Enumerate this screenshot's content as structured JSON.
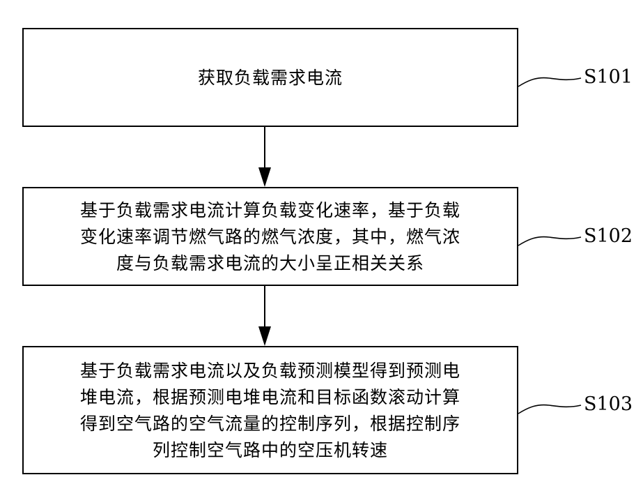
{
  "steps": [
    {
      "id": "S101",
      "lines": [
        "获取负载需求电流"
      ]
    },
    {
      "id": "S102",
      "lines": [
        "基于负载需求电流计算负载变化速率，基于负载",
        "变化速率调节燃气路的燃气浓度，其中，燃气浓",
        "度与负载需求电流的大小呈正相关关系"
      ]
    },
    {
      "id": "S103",
      "lines": [
        "基于负载需求电流以及负载预测模型得到预测电",
        "堆电流，根据预测电堆电流和目标函数滚动计算",
        "得到空气路的空气流量的控制序列，根据控制序",
        "列控制空气路中的空压机转速"
      ]
    }
  ]
}
